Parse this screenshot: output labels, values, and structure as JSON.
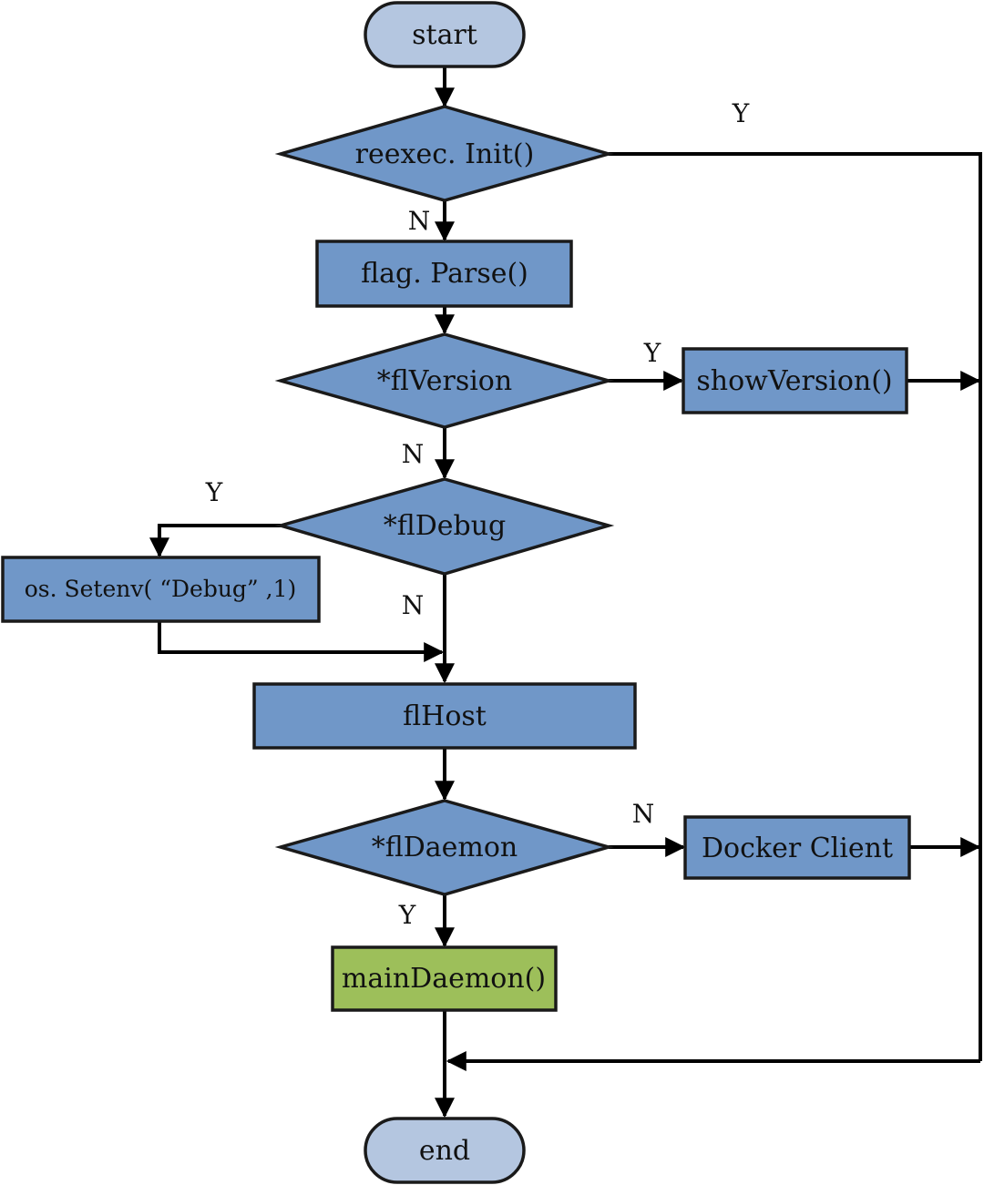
{
  "colors": {
    "terminal_fill": "#b4c6e0",
    "process_fill": "#7097c8",
    "decision_fill": "#7097c8",
    "highlight_fill": "#9dbf5a",
    "line": "#000000"
  },
  "nodes": {
    "start": "start",
    "reexec_init": "reexec. Init()",
    "flag_parse": "flag. Parse()",
    "flversion": "*flVersion",
    "show_version": "showVersion()",
    "fldebug": "*flDebug",
    "os_setenv": "os. Setenv( “Debug” ,1)",
    "flhost": "flHost",
    "fldaemon": "*flDaemon",
    "docker_client": "Docker Client",
    "main_daemon": "mainDaemon()",
    "end": "end"
  },
  "labels": {
    "reexec_yes": "Y",
    "reexec_no": "N",
    "version_yes": "Y",
    "version_no": "N",
    "debug_yes": "Y",
    "debug_no": "N",
    "daemon_no": "N",
    "daemon_yes": "Y"
  }
}
